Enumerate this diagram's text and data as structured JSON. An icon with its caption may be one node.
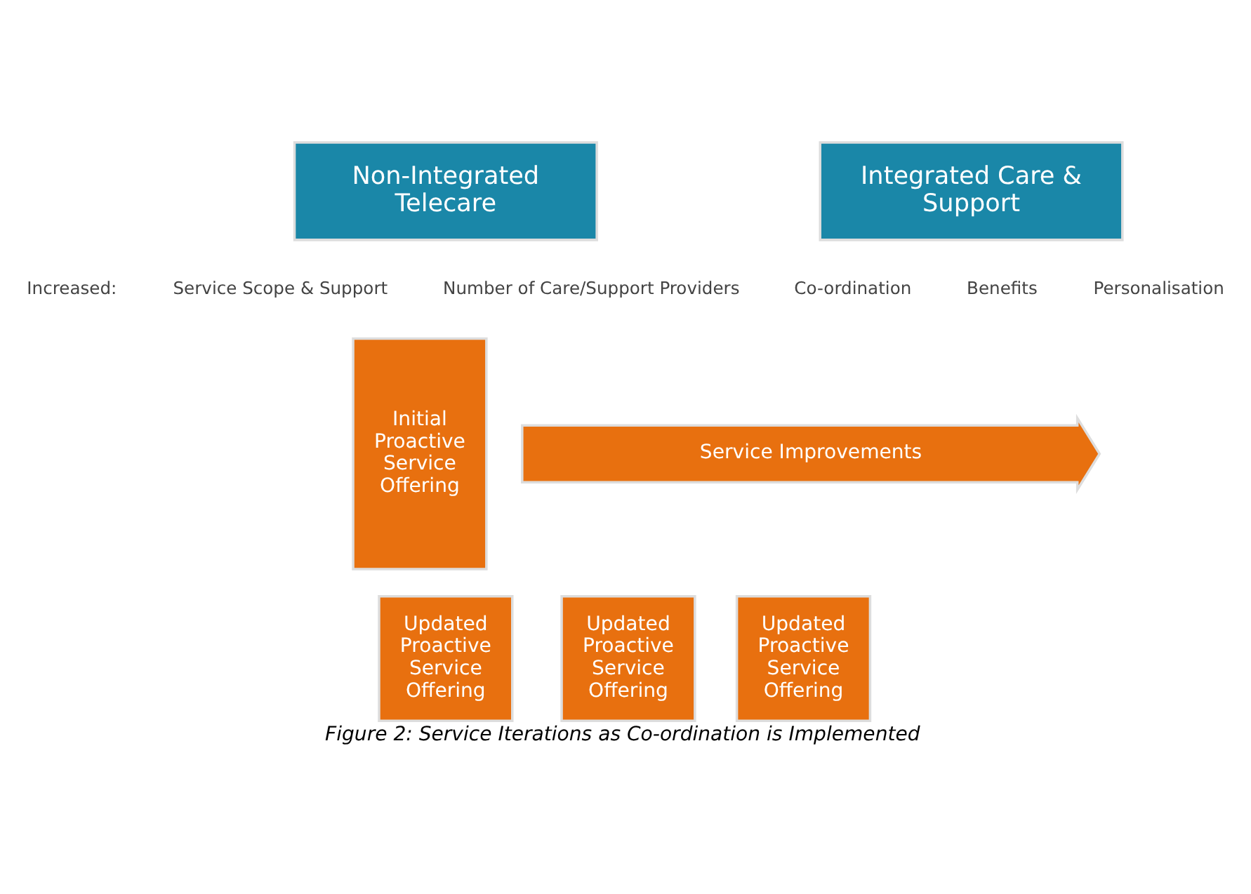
{
  "diagram": {
    "caption": "Figure 2: Service Iterations as Co-ordination is Implemented",
    "nodes": [
      {
        "text": [
          "Non-Integrated Telecare"
        ]
      },
      {
        "text": [
          "Integrated Care & Support"
        ]
      },
      {
        "text": [
          "Initial Proactive Service Offering"
        ]
      },
      {
        "text": [
          "Service Improvements"
        ]
      },
      {
        "text": [
          "Updated Proactive Service Offering"
        ]
      },
      {
        "text": [
          "Updated Proactive Service Offering"
        ]
      },
      {
        "text": [
          "Updated Proactive Service Offering"
        ]
      }
    ],
    "labels": [
      "Increased:",
      "Service Scope & Support",
      "Number of Care/Support Providers",
      "Co-ordination",
      "Benefits",
      "Personalisation"
    ]
  }
}
